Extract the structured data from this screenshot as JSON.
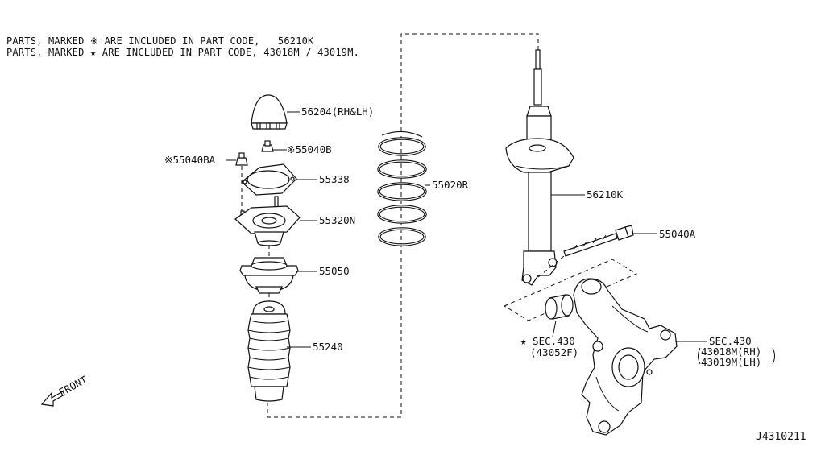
{
  "notes": [
    "PARTS, MARKED ※ ARE INCLUDED IN PART CODE,   56210K",
    "PARTS, MARKED ★ ARE INCLUDED IN PART CODE, 43018M / 43019M."
  ],
  "labels": {
    "l56204": "56204(RH&LH)",
    "l55040B": "※55040B",
    "l55040BA": "※55040BA",
    "l55338": "55338",
    "l55320N": "55320N",
    "l55050": "55050",
    "l55240": "55240",
    "l55020R": "55020R",
    "l56210K": "56210K",
    "l55040A": "55040A",
    "sec430a_1": "★ SEC.430",
    "sec430a_2": "(43052F)",
    "sec430b_1": "SEC.430",
    "sec430b_2": "43018M(RH)",
    "sec430b_3": "43019M(LH)",
    "front": "FRONT",
    "diagram_id": "J4310211"
  }
}
